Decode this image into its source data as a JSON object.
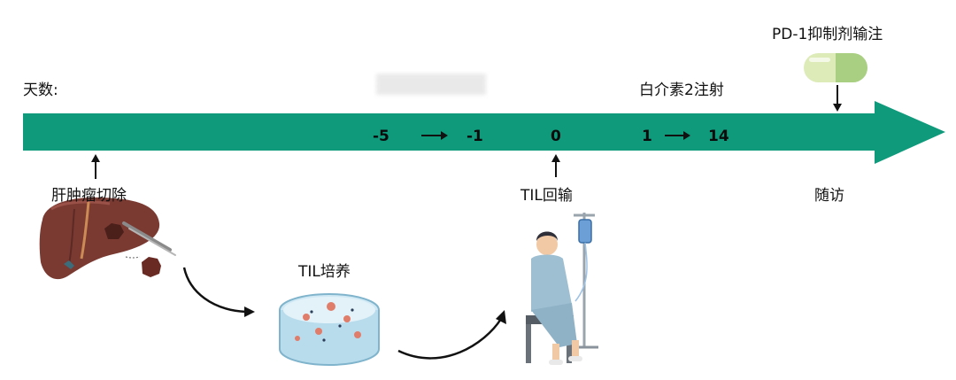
{
  "labels": {
    "days": "天数:",
    "resection": "肝肿瘤切除",
    "culture": "TIL培养",
    "infusion": "TIL回输",
    "il2": "白介素2注射",
    "pd1": "PD-1抑制剂输注",
    "followup": "随访"
  },
  "timeline": {
    "day_minus5": "-5",
    "day_minus1": "-1",
    "day_0": "0",
    "day_1": "1",
    "day_14": "14"
  },
  "colors": {
    "arrow": "#0f9a7c",
    "pill_light": "#dcebb7",
    "pill_dark": "#a9cf83",
    "liver": "#7a3a32",
    "gown": "#9ebfd2",
    "dish": "#cfe8f4"
  }
}
